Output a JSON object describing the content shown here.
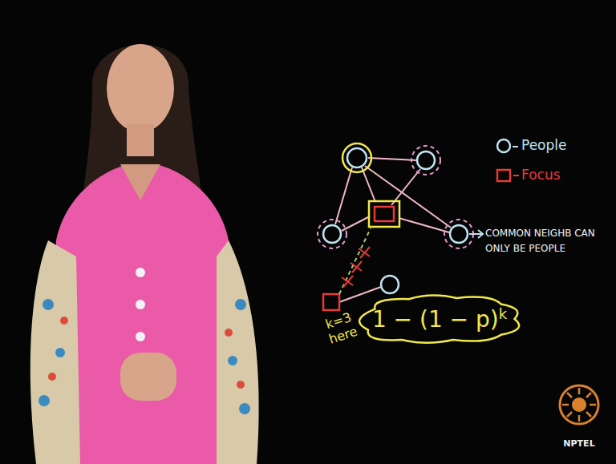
{
  "diagram": {
    "nodes": [
      {
        "text": [
          "1 − (1 − p)",
          "k"
        ]
      }
    ],
    "labels": [
      "COMMON NEIGHB CAN ONLY BE PEOPLE",
      "k=3 here",
      "NPTEL"
    ],
    "legend": [
      {
        "text": "People"
      },
      {
        "text": "Focus"
      }
    ]
  }
}
